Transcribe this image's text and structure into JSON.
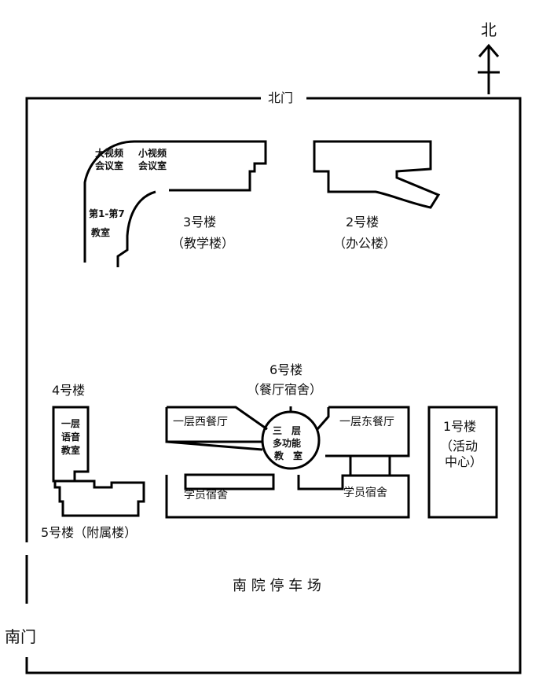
{
  "compass": {
    "label": "北"
  },
  "gates": {
    "north": "北门",
    "south": "南门"
  },
  "buildings": {
    "b3": {
      "name": "3号楼",
      "sub": "（教学楼）",
      "rooms": {
        "big_video_1": "大视频",
        "big_video_2": "会议室",
        "small_video_1": "小视频",
        "small_video_2": "会议室",
        "classrooms_1": "第1-第7",
        "classrooms_2": "教室"
      }
    },
    "b2": {
      "name": "2号楼",
      "sub": "（办公楼）"
    },
    "b6": {
      "name": "6号楼",
      "sub": "（餐厅宿舍）",
      "west_dining": "一层西餐厅",
      "east_dining": "一层东餐厅",
      "dorm_left": "学员宿舍",
      "dorm_right": "学员宿舍",
      "hall": {
        "line1": "三　层",
        "line2": "多功能",
        "line3": "教　室"
      }
    },
    "b4": {
      "name": "4号楼",
      "room": [
        "一层",
        "语音",
        "教室"
      ]
    },
    "b5": {
      "name": "5号楼（附属楼）"
    },
    "b1": {
      "name": "1号楼",
      "sub1": "（活动",
      "sub2": "中心）"
    }
  },
  "parking": "南 院 停 车 场"
}
